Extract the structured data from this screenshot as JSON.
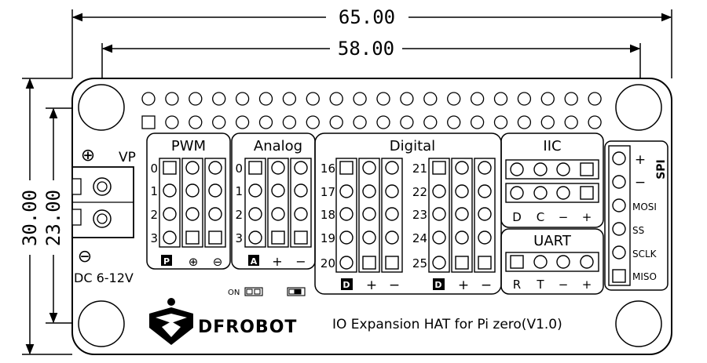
{
  "dimensions": {
    "width_top": "65.00",
    "width_inner": "58.00",
    "height_outer": "30.00",
    "height_inner": "23.00"
  },
  "power": {
    "plus_symbol": "⊕",
    "minus_symbol": "⊖",
    "vp_label": "VP",
    "dc_label": "DC 6-12V"
  },
  "pwm": {
    "title": "PWM",
    "rows": [
      "0",
      "1",
      "2",
      "3"
    ],
    "foot": [
      "P",
      "⊕",
      "⊖"
    ]
  },
  "analog": {
    "title": "Analog",
    "rows": [
      "0",
      "1",
      "2",
      "3"
    ],
    "foot": [
      "A",
      "+",
      "−"
    ]
  },
  "digital": {
    "title": "Digital",
    "left_rows": [
      "16",
      "17",
      "18",
      "19",
      "20"
    ],
    "right_rows": [
      "21",
      "22",
      "23",
      "24",
      "25"
    ],
    "foot": [
      "D",
      "+",
      "−"
    ]
  },
  "iic": {
    "title": "IIC",
    "foot": [
      "D",
      "C",
      "−",
      "+"
    ]
  },
  "uart": {
    "title": "UART",
    "foot": [
      "R",
      "T",
      "−",
      "+"
    ]
  },
  "spi": {
    "title": "SPI",
    "labels": [
      "+",
      "−",
      "MOSI",
      "SS",
      "SCLK",
      "MISO"
    ]
  },
  "switch": {
    "on_label": "ON"
  },
  "brand": {
    "logo_text": "DFROBOT",
    "product": "IO Expansion HAT for Pi zero(V1.0)"
  },
  "colors": {
    "line": "#000000",
    "background": "#ffffff"
  }
}
